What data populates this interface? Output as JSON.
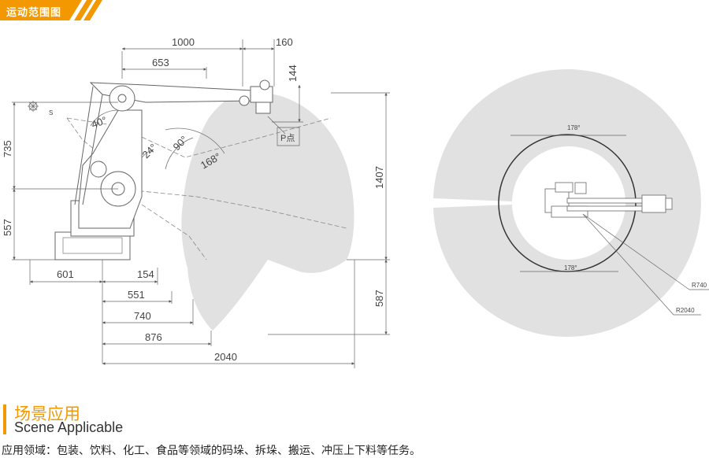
{
  "header": {
    "tab_label": "运动范围图",
    "accent_color": "#f39800"
  },
  "side_view": {
    "dimensions": {
      "top_1000": "1000",
      "top_160": "160",
      "top_653": "653",
      "right_144": "144",
      "left_735": "735",
      "left_557": "557",
      "right_1407": "1407",
      "right_587": "587",
      "bottom_601": "601",
      "bottom_154": "154",
      "bottom_551": "551",
      "bottom_740": "740",
      "bottom_876": "876",
      "bottom_2040": "2040"
    },
    "angles": {
      "a40": "40°",
      "a24": "24°",
      "a90": "90°",
      "a168": "168°"
    },
    "point_label": "P点"
  },
  "top_view": {
    "angle_top": "178°",
    "angle_bottom": "178°",
    "radius_inner": "R740",
    "radius_outer": "R2040"
  },
  "section": {
    "title": "场景应用",
    "subtitle": "Scene Applicable",
    "application_text": "应用领域：包装、饮料、化工、食品等领域的码垛、拆垛、搬运、冲压上下料等任务。"
  }
}
